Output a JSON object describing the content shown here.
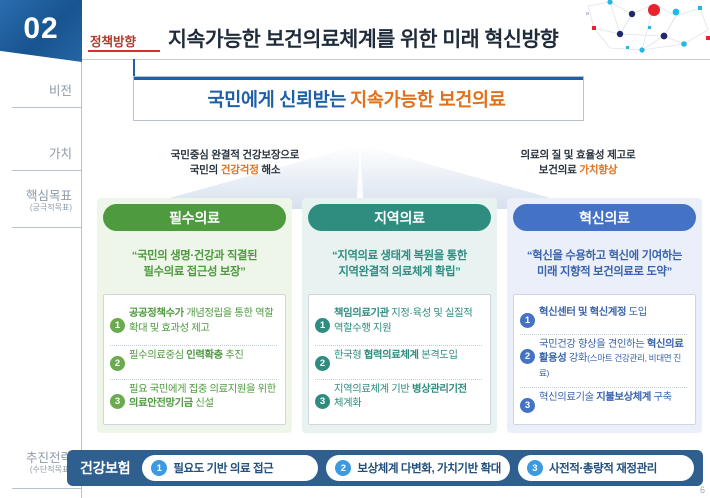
{
  "header": {
    "section_number": "02",
    "kicker": "정책방향",
    "title": "지속가능한 보건의료체계를 위한 미래 혁신방향"
  },
  "sidebar": {
    "items": [
      {
        "label": "비전",
        "sub": ""
      },
      {
        "label": "가치",
        "sub": ""
      },
      {
        "label": "핵심목표",
        "sub": "(궁극적목표)"
      },
      {
        "label": "추진전략",
        "sub": "(수단적목표)"
      }
    ]
  },
  "vision": {
    "text_primary": "국민에게 신뢰받는",
    "text_accent": "지속가능한 보건의료"
  },
  "captions": {
    "left": {
      "line1": "국민중심 완결적 건강보장으로",
      "line2_pre": "국민의 ",
      "line2_hl": "건강걱정",
      "line2_post": " 해소"
    },
    "right": {
      "line1": "의료의 질 및 효율성 제고로",
      "line2_pre": "보건의료 ",
      "line2_hl": "가치향상",
      "line2_post": ""
    }
  },
  "columns": [
    {
      "key": "essential-care",
      "head": "필수의료",
      "quote_line1": "“국민의 생명·건강과 직결된",
      "quote_line2": "필수의료 접근성 보장”",
      "accent": "#4e9a3e",
      "items": [
        {
          "n": "1",
          "bold1": "공공정책수가",
          "rest1": " 개념정립을 통한 역할",
          "rest2": "확대 및 효과성 제고"
        },
        {
          "n": "2",
          "pre": "필수의료중심 ",
          "bold1": "인력확충",
          "rest1": " 추진",
          "rest2": ""
        },
        {
          "n": "3",
          "rest1": "필요 국민에게 집중 의료지원을 위한",
          "bold2": "의료안전망기금",
          "rest2": " 신설"
        }
      ]
    },
    {
      "key": "regional-care",
      "head": "지역의료",
      "quote_line1": "“지역의료 생태계 복원을 통한",
      "quote_line2": "지역완결적 의료체계 확립”",
      "accent": "#2f8d80",
      "items": [
        {
          "n": "1",
          "bold1": "책임의료기관",
          "rest1": " 지정·육성 및 실질적",
          "rest2": "역할수행 지원"
        },
        {
          "n": "2",
          "pre": "한국형 ",
          "bold1": "협력의료체계",
          "rest1": " 본격도입",
          "rest2": ""
        },
        {
          "n": "3",
          "pre": "지역의료체계 기반 ",
          "bold1": "병상관리기전",
          "rest1": "",
          "rest2": "체계화"
        }
      ]
    },
    {
      "key": "innovation-care",
      "head": "혁신의료",
      "quote_line1": "“혁신을 수용하고 혁신에 기여하는",
      "quote_line2": "미래 지향적 보건의료로 도약”",
      "accent": "#4472c4",
      "items": [
        {
          "n": "1",
          "bold1": "혁신센터 및 혁신계정",
          "rest1": " 도입",
          "rest2": ""
        },
        {
          "n": "2",
          "pre": "국민건강 향상을 견인하는 ",
          "bold1": "혁신의료",
          "bold2": "활용성",
          "rest1": "",
          "rest2": " 강화",
          "small": "(스마트 건강관리, 비대면 진료)"
        },
        {
          "n": "3",
          "pre": "혁신의료기술 ",
          "bold1": "지불보상체계",
          "rest1": " 구축",
          "rest2": ""
        }
      ]
    }
  ],
  "strategy": {
    "label": "건강보험",
    "items": [
      {
        "n": "1",
        "text": "필요도 기반 의료 접근"
      },
      {
        "n": "2",
        "text": "보상체계 다변화, 가치기반 확대"
      },
      {
        "n": "3",
        "text": "사전적·총량적 재정관리"
      }
    ]
  },
  "page_number": "6",
  "colors": {
    "badge_blue": "#1f5fa8",
    "kicker_red": "#b03a2e",
    "vision_blue": "#1f5fa8",
    "vision_orange": "#e2711d",
    "col1_green": "#4e9a3e",
    "col2_teal": "#2f8d80",
    "col3_blue": "#4472c4",
    "strategy_navy": "#2e5f8f",
    "strategy_circle": "#3d9ae0"
  }
}
